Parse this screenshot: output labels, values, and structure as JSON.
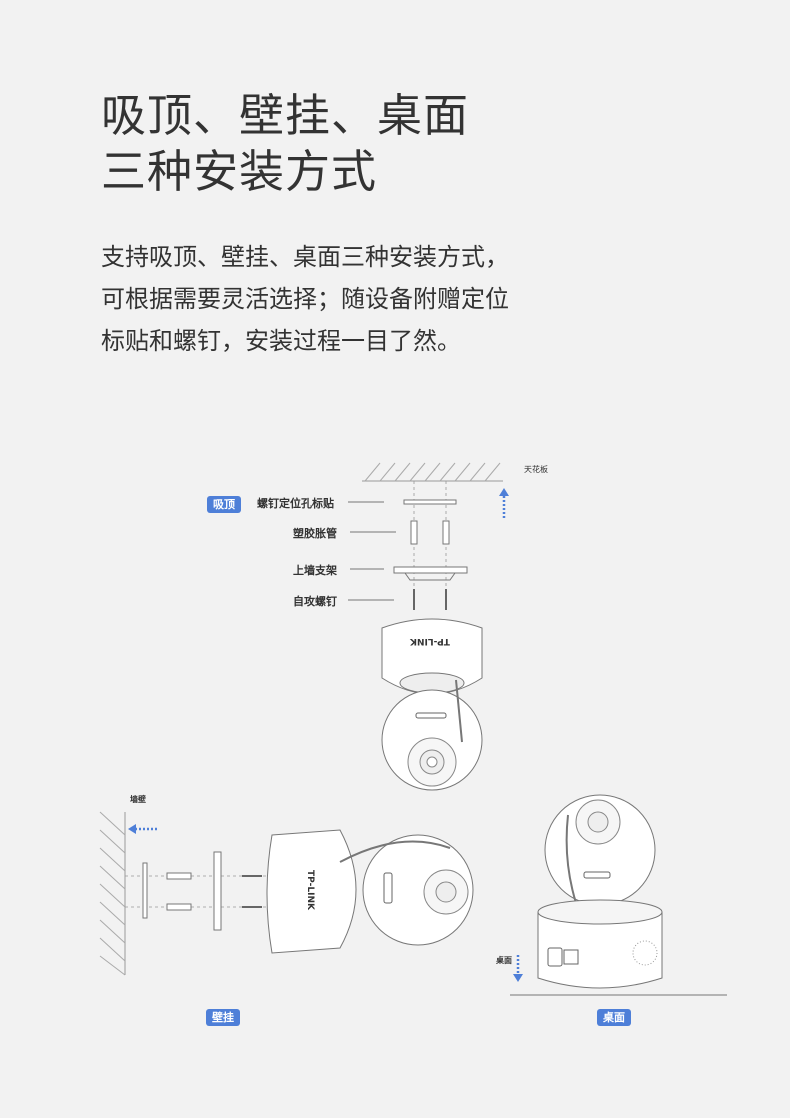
{
  "title": {
    "line1": "吸顶、壁挂、桌面",
    "line2": "三种安装方式"
  },
  "description": {
    "line1": "支持吸顶、壁挂、桌面三种安装方式，",
    "line2": "可根据需要灵活选择；随设备附赠定位",
    "line3": "标贴和螺钉，安装过程一目了然。"
  },
  "ceiling": {
    "badge": "吸顶",
    "surface_label": "天花板",
    "parts": {
      "sticker": "螺钉定位孔标贴",
      "anchor": "塑胶胀管",
      "bracket": "上墙支架",
      "screw": "自攻螺钉"
    },
    "brand": "TP-LINK"
  },
  "wall": {
    "badge": "壁挂",
    "surface_label": "墙壁",
    "brand": "TP-LINK"
  },
  "desk": {
    "badge": "桌面",
    "surface_label": "桌面"
  },
  "colors": {
    "accent": "#4e7fd8",
    "background": "#f2f2f2",
    "text": "#333333"
  }
}
